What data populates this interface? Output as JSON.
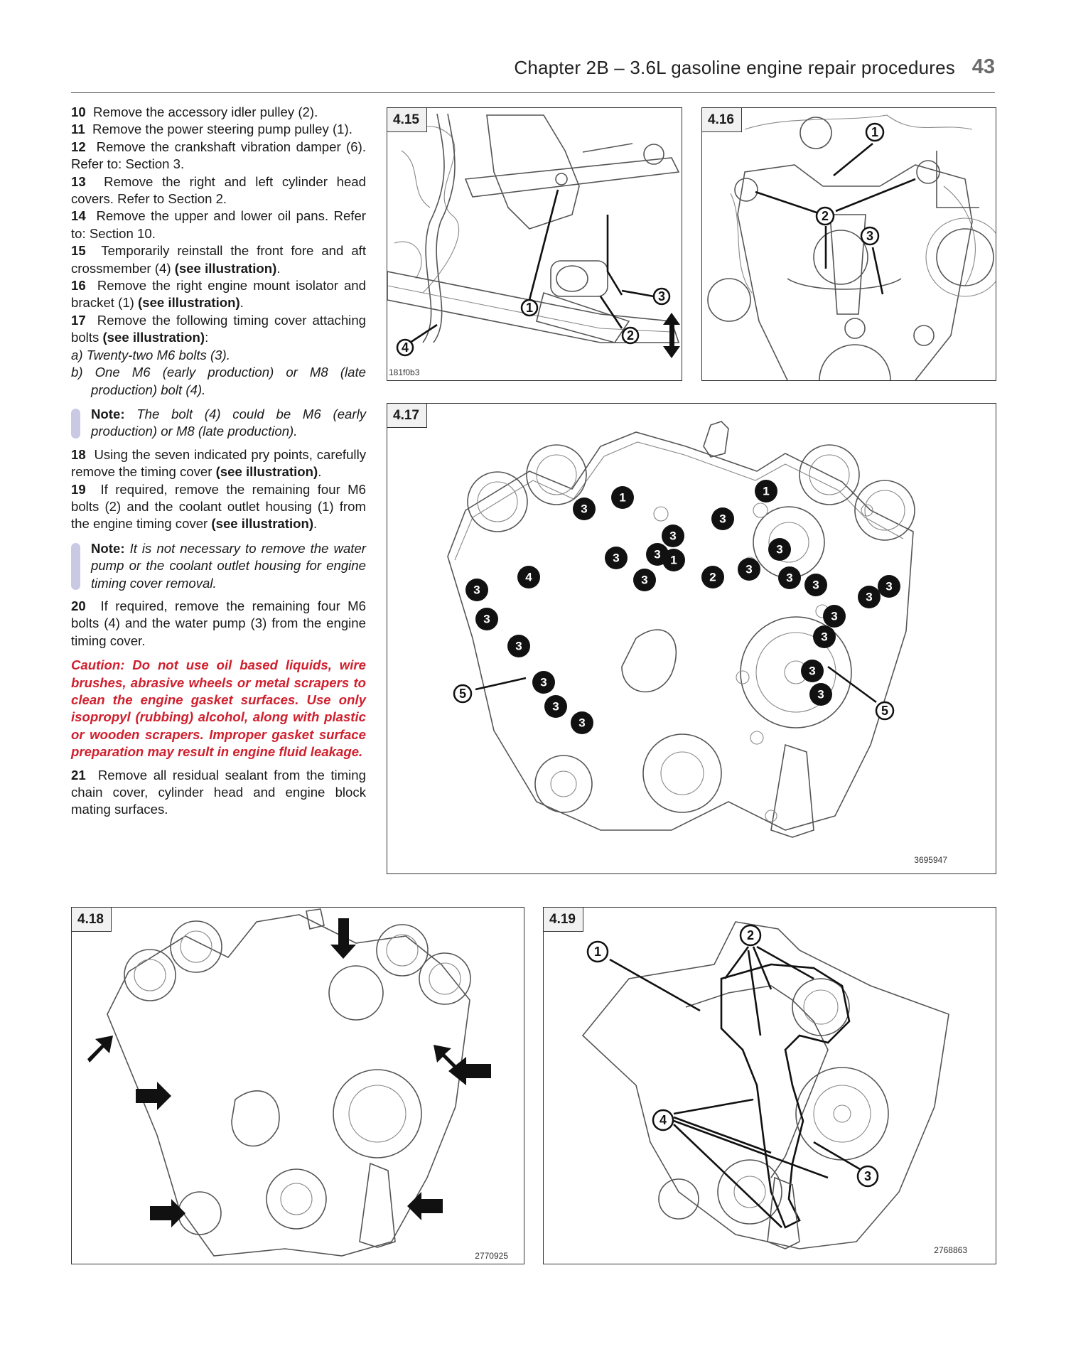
{
  "header": {
    "chapter": "Chapter 2B – 3.6L gasoline engine repair procedures",
    "page_number": "43"
  },
  "steps": {
    "s10": {
      "num": "10",
      "text": "Remove the accessory idler pulley (2)."
    },
    "s11": {
      "num": "11",
      "text": "Remove the power steering pump pulley (1)."
    },
    "s12": {
      "num": "12",
      "text": "Remove the crankshaft vibration damper (6). Refer to: Section 3."
    },
    "s13": {
      "num": "13",
      "text": "Remove the right and left cylinder head covers. Refer to Section 2."
    },
    "s14": {
      "num": "14",
      "text": "Remove the upper and lower oil pans. Refer to: Section 10."
    },
    "s15": {
      "num": "15",
      "text": "Temporarily reinstall the front fore and aft crossmember (4)",
      "bold": "(see illustration)",
      "end": "."
    },
    "s16": {
      "num": "16",
      "text": "Remove the right engine mount isolator and bracket (1)",
      "bold": "(see illustration)",
      "end": "."
    },
    "s17": {
      "num": "17",
      "text": "Remove the following timing cover attaching bolts",
      "bold": "(see illustration)",
      "end": ":"
    },
    "s17a": "a)  Twenty-two M6 bolts (3).",
    "s17b": "b)  One M6 (early production) or M8 (late production) bolt (4).",
    "note1": {
      "label": "Note:",
      "text": "The bolt (4) could be M6 (early production) or M8 (late production)."
    },
    "s18": {
      "num": "18",
      "text": "Using the seven indicated pry points, carefully remove the timing cover",
      "bold": "(see illustration)",
      "end": "."
    },
    "s19": {
      "num": "19",
      "text": "If required, remove the remaining four M6 bolts (2) and the coolant outlet housing (1) from the engine timing cover",
      "bold": "(see illustration)",
      "end": "."
    },
    "note2": {
      "label": "Note:",
      "text": "It is not necessary to remove the water pump or the coolant outlet housing for engine timing cover removal."
    },
    "s20": {
      "num": "20",
      "text": "If required, remove the remaining four M6 bolts (4) and the water pump (3) from the engine timing cover."
    },
    "caution": "Caution: Do not use oil based liquids, wire brushes, abrasive wheels or metal scrapers to clean the engine gasket surfaces. Use only isopropyl (rubbing) alcohol, along with plastic or wooden scrapers. Improper gasket surface preparation may result in engine fluid leakage.",
    "s21": {
      "num": "21",
      "text": "Remove all residual sealant from the timing chain cover, cylinder head and engine block mating surfaces."
    }
  },
  "figures": {
    "f415": {
      "tag": "4.15",
      "code": "181f0b3",
      "callouts": [
        "1",
        "2",
        "3",
        "4"
      ]
    },
    "f416": {
      "tag": "4.16",
      "callouts": [
        "1",
        "2",
        "3"
      ]
    },
    "f417": {
      "tag": "4.17",
      "code": "3695947",
      "bolts": [
        "1",
        "1",
        "1",
        "2",
        "3",
        "3",
        "3",
        "3",
        "3",
        "3",
        "3",
        "3",
        "3",
        "3",
        "3",
        "3",
        "3",
        "3",
        "3",
        "3",
        "3",
        "3",
        "3",
        "3",
        "3",
        "3",
        "4"
      ],
      "callouts": [
        "5",
        "5"
      ]
    },
    "f418": {
      "tag": "4.18",
      "code": "2770925"
    },
    "f419": {
      "tag": "4.19",
      "code": "2768863",
      "callouts": [
        "1",
        "2",
        "3",
        "4"
      ]
    }
  }
}
